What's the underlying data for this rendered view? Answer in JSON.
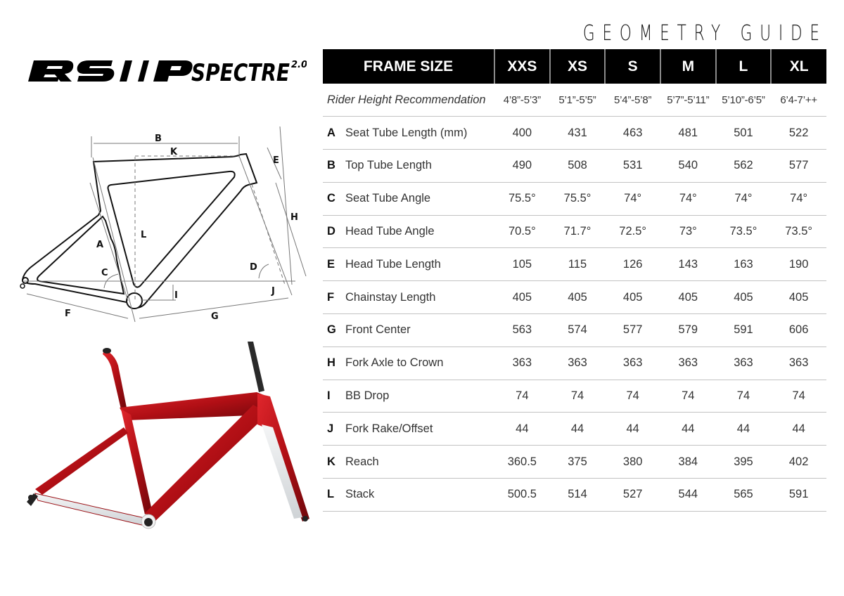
{
  "header": {
    "title": "GEOMETRY GUIDE",
    "logo": {
      "brand": "RSLP",
      "model": "SPECTRE",
      "version": "2.0"
    }
  },
  "table": {
    "corner_header": "FRAME SIZE",
    "sizes": [
      "XXS",
      "XS",
      "S",
      "M",
      "L",
      "XL"
    ],
    "rider_height": {
      "label": "Rider Height Recommendation",
      "values": [
        "4’8”-5’3”",
        "5’1”-5’5”",
        "5’4”-5’8”",
        "5’7”-5’11”",
        "5’10”-6’5”",
        "6’4-7’++"
      ]
    },
    "rows": [
      {
        "letter": "A",
        "label": "Seat Tube Length (mm)",
        "values": [
          "400",
          "431",
          "463",
          "481",
          "501",
          "522"
        ]
      },
      {
        "letter": "B",
        "label": "Top Tube Length",
        "values": [
          "490",
          "508",
          "531",
          "540",
          "562",
          "577"
        ]
      },
      {
        "letter": "C",
        "label": "Seat Tube Angle",
        "values": [
          "75.5°",
          "75.5°",
          "74°",
          "74°",
          "74°",
          "74°"
        ]
      },
      {
        "letter": "D",
        "label": "Head Tube Angle",
        "values": [
          "70.5°",
          "71.7°",
          "72.5°",
          "73°",
          "73.5°",
          "73.5°"
        ]
      },
      {
        "letter": "E",
        "label": "Head Tube Length",
        "values": [
          "105",
          "115",
          "126",
          "143",
          "163",
          "190"
        ]
      },
      {
        "letter": "F",
        "label": "Chainstay Length",
        "values": [
          "405",
          "405",
          "405",
          "405",
          "405",
          "405"
        ]
      },
      {
        "letter": "G",
        "label": "Front Center",
        "values": [
          "563",
          "574",
          "577",
          "579",
          "591",
          "606"
        ]
      },
      {
        "letter": "H",
        "label": "Fork Axle to Crown",
        "values": [
          "363",
          "363",
          "363",
          "363",
          "363",
          "363"
        ]
      },
      {
        "letter": "I",
        "label": "BB Drop",
        "values": [
          "74",
          "74",
          "74",
          "74",
          "74",
          "74"
        ]
      },
      {
        "letter": "J",
        "label": "Fork Rake/Offset",
        "values": [
          "44",
          "44",
          "44",
          "44",
          "44",
          "44"
        ]
      },
      {
        "letter": "K",
        "label": "Reach",
        "values": [
          "360.5",
          "375",
          "380",
          "384",
          "395",
          "402"
        ]
      },
      {
        "letter": "L",
        "label": "Stack",
        "values": [
          "500.5",
          "514",
          "527",
          "544",
          "565",
          "591"
        ]
      }
    ]
  },
  "diagram": {
    "labels": {
      "A": "A",
      "B": "B",
      "C": "C",
      "D": "D",
      "E": "E",
      "F": "F",
      "G": "G",
      "H": "H",
      "I": "I",
      "J": "J",
      "K": "K",
      "L": "L"
    }
  },
  "colors": {
    "frame_red": "#c0141a",
    "frame_dark_red": "#7a0a0e",
    "frame_white": "#e8eaec",
    "header_bg": "#000000",
    "rule": "#c2c2c2"
  }
}
